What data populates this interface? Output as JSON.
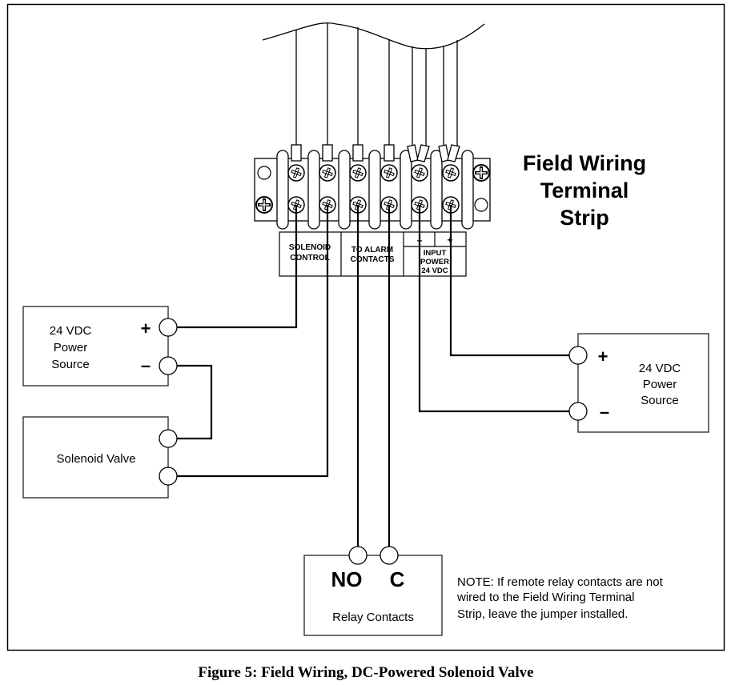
{
  "strip": {
    "title_lines": [
      "Field Wiring",
      "Terminal",
      "Strip"
    ],
    "labels": {
      "solenoid": [
        "SOLENOID",
        "CONTROL"
      ],
      "alarm": [
        "TO ALARM",
        "CONTACTS"
      ],
      "input": [
        "INPUT",
        "POWER",
        "24 VDC"
      ],
      "minus": "–",
      "plus": "+"
    }
  },
  "left_power": {
    "lines": [
      "24 VDC",
      "Power",
      "Source"
    ],
    "plus": "+",
    "minus": "–"
  },
  "solenoid_valve": {
    "label": "Solenoid Valve"
  },
  "right_power": {
    "lines": [
      "24 VDC",
      "Power",
      "Source"
    ],
    "plus": "+",
    "minus": "–"
  },
  "relay": {
    "no": "NO",
    "c": "C",
    "label": "Relay Contacts"
  },
  "note": [
    "NOTE: If remote relay contacts are not",
    "wired to the Field Wiring Terminal",
    "Strip, leave the jumper installed."
  ],
  "caption": "Figure 5: Field Wiring, DC-Powered Solenoid Valve"
}
